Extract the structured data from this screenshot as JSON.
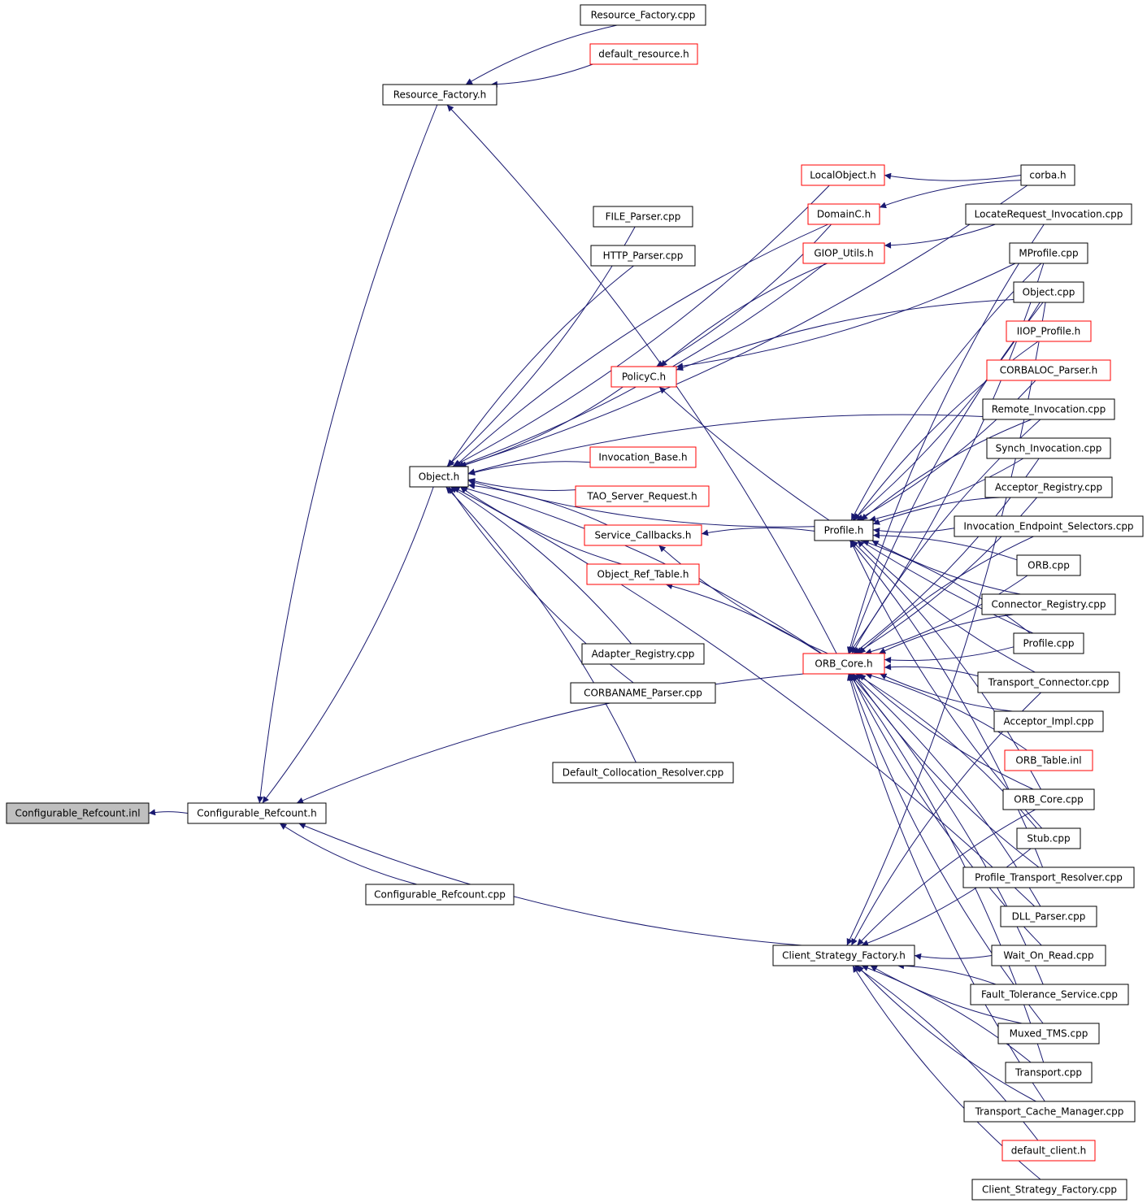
{
  "colors": {
    "edge": "#191970",
    "normal_border": "#000000",
    "red_border": "#ff0000",
    "root_fill": "#bfbfbf"
  },
  "nodes": [
    {
      "id": "cri",
      "label": "Configurable_Refcount.inl",
      "style": "root"
    },
    {
      "id": "crh",
      "label": "Configurable_Refcount.h",
      "style": "normal"
    },
    {
      "id": "crcpp",
      "label": "Configurable_Refcount.cpp",
      "style": "normal"
    },
    {
      "id": "rfh",
      "label": "Resource_Factory.h",
      "style": "normal"
    },
    {
      "id": "rfcpp",
      "label": "Resource_Factory.cpp",
      "style": "normal"
    },
    {
      "id": "defres",
      "label": "default_resource.h",
      "style": "red"
    },
    {
      "id": "objh",
      "label": "Object.h",
      "style": "normal"
    },
    {
      "id": "fileparser",
      "label": "FILE_Parser.cpp",
      "style": "normal"
    },
    {
      "id": "httpparser",
      "label": "HTTP_Parser.cpp",
      "style": "normal"
    },
    {
      "id": "policych",
      "label": "PolicyC.h",
      "style": "red"
    },
    {
      "id": "invbase",
      "label": "Invocation_Base.h",
      "style": "red"
    },
    {
      "id": "taosr",
      "label": "TAO_Server_Request.h",
      "style": "red"
    },
    {
      "id": "svccb",
      "label": "Service_Callbacks.h",
      "style": "red"
    },
    {
      "id": "objref",
      "label": "Object_Ref_Table.h",
      "style": "red"
    },
    {
      "id": "adapreg",
      "label": "Adapter_Registry.cpp",
      "style": "normal"
    },
    {
      "id": "corbaname",
      "label": "CORBANAME_Parser.cpp",
      "style": "normal"
    },
    {
      "id": "defcoll",
      "label": "Default_Collocation_Resolver.cpp",
      "style": "normal"
    },
    {
      "id": "localobj",
      "label": "LocalObject.h",
      "style": "red"
    },
    {
      "id": "domainc",
      "label": "DomainC.h",
      "style": "red"
    },
    {
      "id": "giop",
      "label": "GIOP_Utils.h",
      "style": "red"
    },
    {
      "id": "profh",
      "label": "Profile.h",
      "style": "normal"
    },
    {
      "id": "orbcoreh",
      "label": "ORB_Core.h",
      "style": "red"
    },
    {
      "id": "csfh",
      "label": "Client_Strategy_Factory.h",
      "style": "normal"
    },
    {
      "id": "corbah",
      "label": "corba.h",
      "style": "normal"
    },
    {
      "id": "locreq",
      "label": "LocateRequest_Invocation.cpp",
      "style": "normal"
    },
    {
      "id": "mprof",
      "label": "MProfile.cpp",
      "style": "normal"
    },
    {
      "id": "objcpp",
      "label": "Object.cpp",
      "style": "normal"
    },
    {
      "id": "iiop",
      "label": "IIOP_Profile.h",
      "style": "red"
    },
    {
      "id": "corbaloc",
      "label": "CORBALOC_Parser.h",
      "style": "red"
    },
    {
      "id": "remoteinv",
      "label": "Remote_Invocation.cpp",
      "style": "normal"
    },
    {
      "id": "synchinv",
      "label": "Synch_Invocation.cpp",
      "style": "normal"
    },
    {
      "id": "accreg",
      "label": "Acceptor_Registry.cpp",
      "style": "normal"
    },
    {
      "id": "invend",
      "label": "Invocation_Endpoint_Selectors.cpp",
      "style": "normal"
    },
    {
      "id": "orbcpp",
      "label": "ORB.cpp",
      "style": "normal"
    },
    {
      "id": "connreg",
      "label": "Connector_Registry.cpp",
      "style": "normal"
    },
    {
      "id": "profcpp",
      "label": "Profile.cpp",
      "style": "normal"
    },
    {
      "id": "transconn",
      "label": "Transport_Connector.cpp",
      "style": "normal"
    },
    {
      "id": "accimpl",
      "label": "Acceptor_Impl.cpp",
      "style": "normal"
    },
    {
      "id": "orbtable",
      "label": "ORB_Table.inl",
      "style": "red"
    },
    {
      "id": "orbcorecpp",
      "label": "ORB_Core.cpp",
      "style": "normal"
    },
    {
      "id": "stubcpp",
      "label": "Stub.cpp",
      "style": "normal"
    },
    {
      "id": "proftrans",
      "label": "Profile_Transport_Resolver.cpp",
      "style": "normal"
    },
    {
      "id": "dllparser",
      "label": "DLL_Parser.cpp",
      "style": "normal"
    },
    {
      "id": "waitonread",
      "label": "Wait_On_Read.cpp",
      "style": "normal"
    },
    {
      "id": "faulttol",
      "label": "Fault_Tolerance_Service.cpp",
      "style": "normal"
    },
    {
      "id": "muxed",
      "label": "Muxed_TMS.cpp",
      "style": "normal"
    },
    {
      "id": "transcpp",
      "label": "Transport.cpp",
      "style": "normal"
    },
    {
      "id": "transcache",
      "label": "Transport_Cache_Manager.cpp",
      "style": "normal"
    },
    {
      "id": "defclient",
      "label": "default_client.h",
      "style": "red"
    },
    {
      "id": "csfcpp",
      "label": "Client_Strategy_Factory.cpp",
      "style": "normal"
    }
  ],
  "edges": [
    [
      "crh",
      "cri"
    ],
    [
      "crcpp",
      "crh"
    ],
    [
      "rfh",
      "crh"
    ],
    [
      "objh",
      "crh"
    ],
    [
      "orbcoreh",
      "crh"
    ],
    [
      "csfh",
      "crh"
    ],
    [
      "rfcpp",
      "rfh"
    ],
    [
      "defres",
      "rfh"
    ],
    [
      "orbcoreh",
      "rfh"
    ],
    [
      "fileparser",
      "objh"
    ],
    [
      "httpparser",
      "objh"
    ],
    [
      "policych",
      "objh"
    ],
    [
      "invbase",
      "objh"
    ],
    [
      "taosr",
      "objh"
    ],
    [
      "svccb",
      "objh"
    ],
    [
      "objref",
      "objh"
    ],
    [
      "adapreg",
      "objh"
    ],
    [
      "corbaname",
      "objh"
    ],
    [
      "defcoll",
      "objh"
    ],
    [
      "localobj",
      "objh"
    ],
    [
      "domainc",
      "objh"
    ],
    [
      "giop",
      "objh"
    ],
    [
      "orbcoreh",
      "objh"
    ],
    [
      "corbah",
      "objh"
    ],
    [
      "dllparser",
      "objh"
    ],
    [
      "profh",
      "objh"
    ],
    [
      "remoteinv",
      "objh"
    ],
    [
      "domainc",
      "policych"
    ],
    [
      "giop",
      "policych"
    ],
    [
      "mprof",
      "policych"
    ],
    [
      "objcpp",
      "policych"
    ],
    [
      "profcpp",
      "policych"
    ],
    [
      "profh",
      "svccb"
    ],
    [
      "orbcoreh",
      "svccb"
    ],
    [
      "orbcoreh",
      "objref"
    ],
    [
      "corbah",
      "localobj"
    ],
    [
      "corbah",
      "domainc"
    ],
    [
      "locreq",
      "giop"
    ],
    [
      "mprof",
      "profh"
    ],
    [
      "objcpp",
      "profh"
    ],
    [
      "iiop",
      "profh"
    ],
    [
      "corbaloc",
      "profh"
    ],
    [
      "remoteinv",
      "profh"
    ],
    [
      "synchinv",
      "profh"
    ],
    [
      "accreg",
      "profh"
    ],
    [
      "invend",
      "profh"
    ],
    [
      "orbcpp",
      "profh"
    ],
    [
      "connreg",
      "profh"
    ],
    [
      "profcpp",
      "profh"
    ],
    [
      "transconn",
      "profh"
    ],
    [
      "orbcorecpp",
      "profh"
    ],
    [
      "stubcpp",
      "profh"
    ],
    [
      "proftrans",
      "profh"
    ],
    [
      "mprof",
      "orbcoreh"
    ],
    [
      "objcpp",
      "orbcoreh"
    ],
    [
      "accreg",
      "orbcoreh"
    ],
    [
      "invend",
      "orbcoreh"
    ],
    [
      "orbcpp",
      "orbcoreh"
    ],
    [
      "connreg",
      "orbcoreh"
    ],
    [
      "profcpp",
      "orbcoreh"
    ],
    [
      "transconn",
      "orbcoreh"
    ],
    [
      "accimpl",
      "orbcoreh"
    ],
    [
      "orbtable",
      "orbcoreh"
    ],
    [
      "orbcorecpp",
      "orbcoreh"
    ],
    [
      "stubcpp",
      "orbcoreh"
    ],
    [
      "proftrans",
      "orbcoreh"
    ],
    [
      "dllparser",
      "orbcoreh"
    ],
    [
      "waitonread",
      "orbcoreh"
    ],
    [
      "faulttol",
      "orbcoreh"
    ],
    [
      "muxed",
      "orbcoreh"
    ],
    [
      "transcpp",
      "orbcoreh"
    ],
    [
      "transcache",
      "orbcoreh"
    ],
    [
      "locreq",
      "orbcoreh"
    ],
    [
      "synchinv",
      "orbcoreh"
    ],
    [
      "remoteinv",
      "orbcoreh"
    ],
    [
      "waitonread",
      "csfh"
    ],
    [
      "faulttol",
      "csfh"
    ],
    [
      "muxed",
      "csfh"
    ],
    [
      "transcpp",
      "csfh"
    ],
    [
      "transcache",
      "csfh"
    ],
    [
      "defclient",
      "csfh"
    ],
    [
      "csfcpp",
      "csfh"
    ],
    [
      "orbcorecpp",
      "csfh"
    ],
    [
      "stubcpp",
      "csfh"
    ],
    [
      "transconn",
      "csfh"
    ],
    [
      "objcpp",
      "csfh"
    ]
  ]
}
